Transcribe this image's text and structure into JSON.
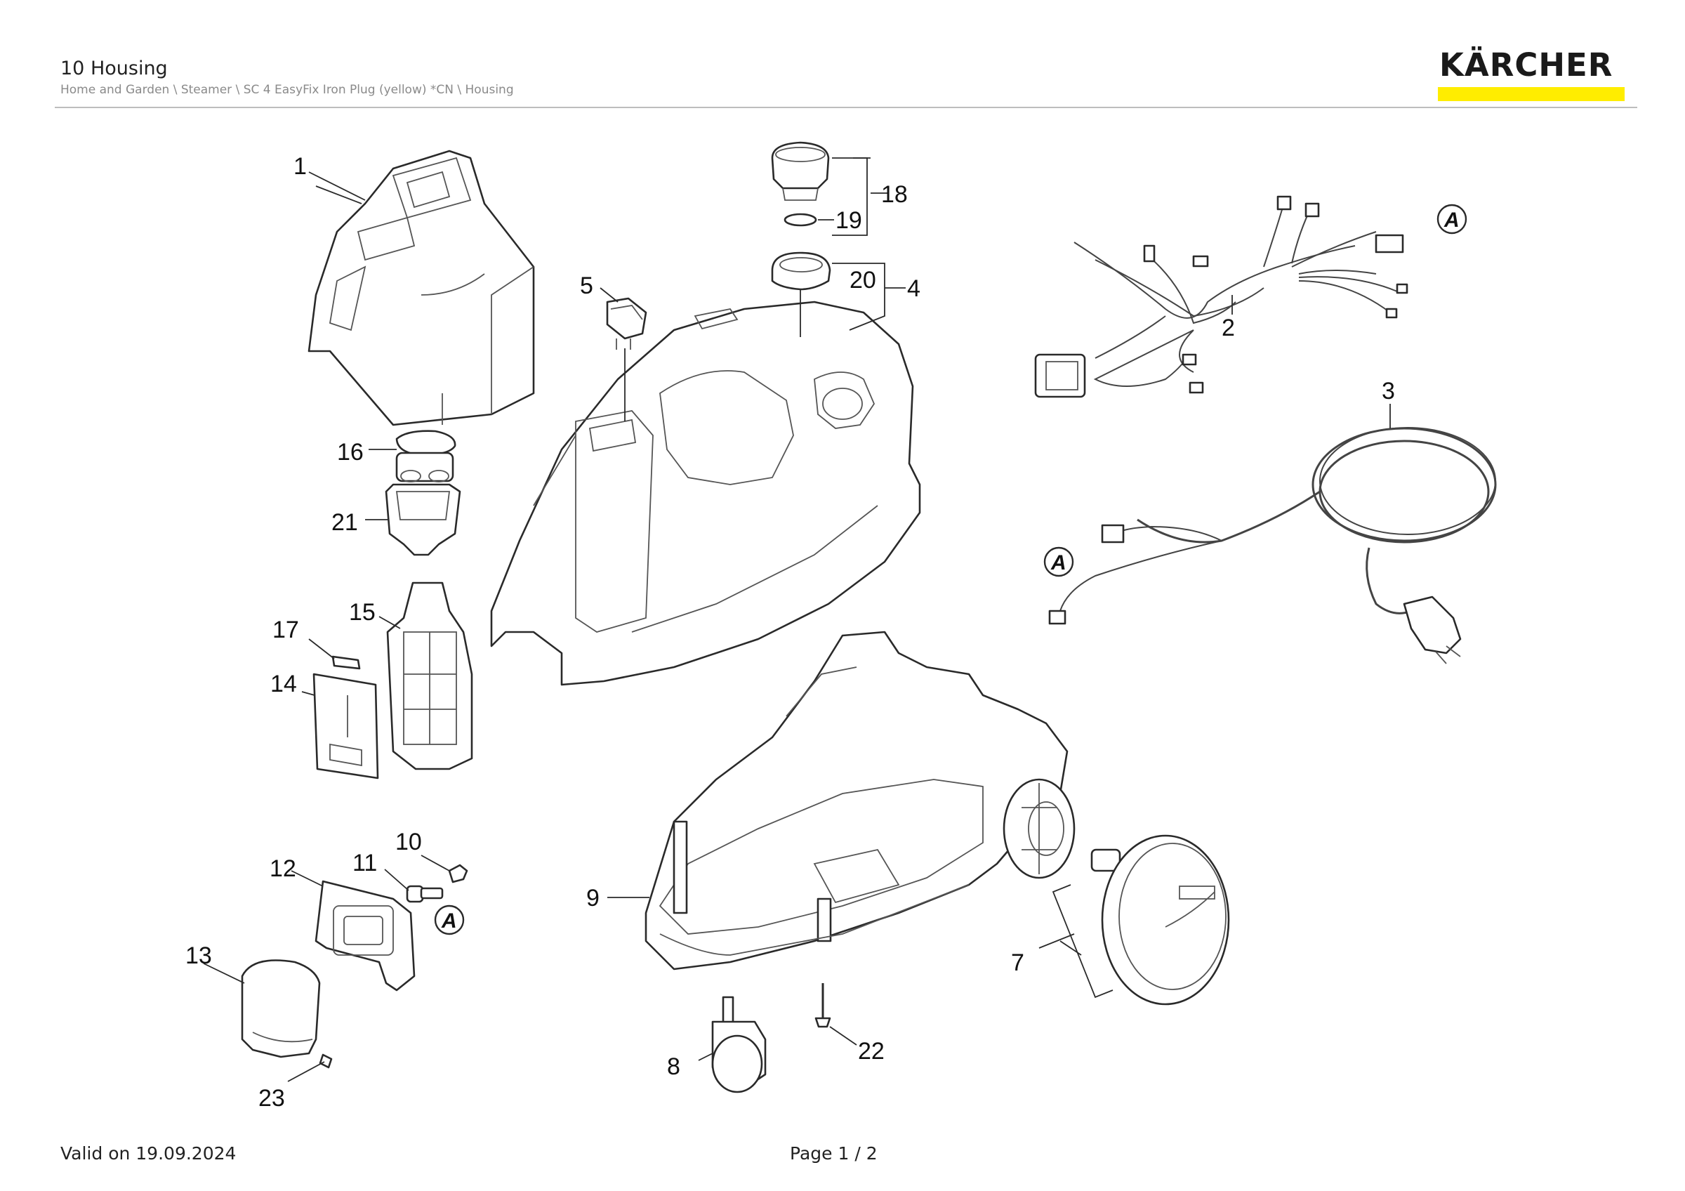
{
  "header": {
    "title": "10 Housing",
    "breadcrumb": "Home and Garden \\ Steamer \\ SC 4 EasyFix Iron Plug (yellow) *CN \\ Housing"
  },
  "brand": {
    "logo_text": "KÄRCHER",
    "accent_color": "#ffed00"
  },
  "footer": {
    "valid": "Valid on 19.09.2024",
    "page": "Page 1 / 2"
  },
  "callouts": {
    "c1": "1",
    "c2": "2",
    "c3": "3",
    "c4": "4",
    "c5": "5",
    "c7": "7",
    "c8": "8",
    "c9": "9",
    "c10": "10",
    "c11": "11",
    "c12": "12",
    "c13": "13",
    "c14": "14",
    "c15": "15",
    "c16": "16",
    "c17": "17",
    "c18": "18",
    "c19": "19",
    "c20": "20",
    "c21": "21",
    "c22": "22",
    "c23": "23"
  },
  "connectors": {
    "a": "A"
  }
}
